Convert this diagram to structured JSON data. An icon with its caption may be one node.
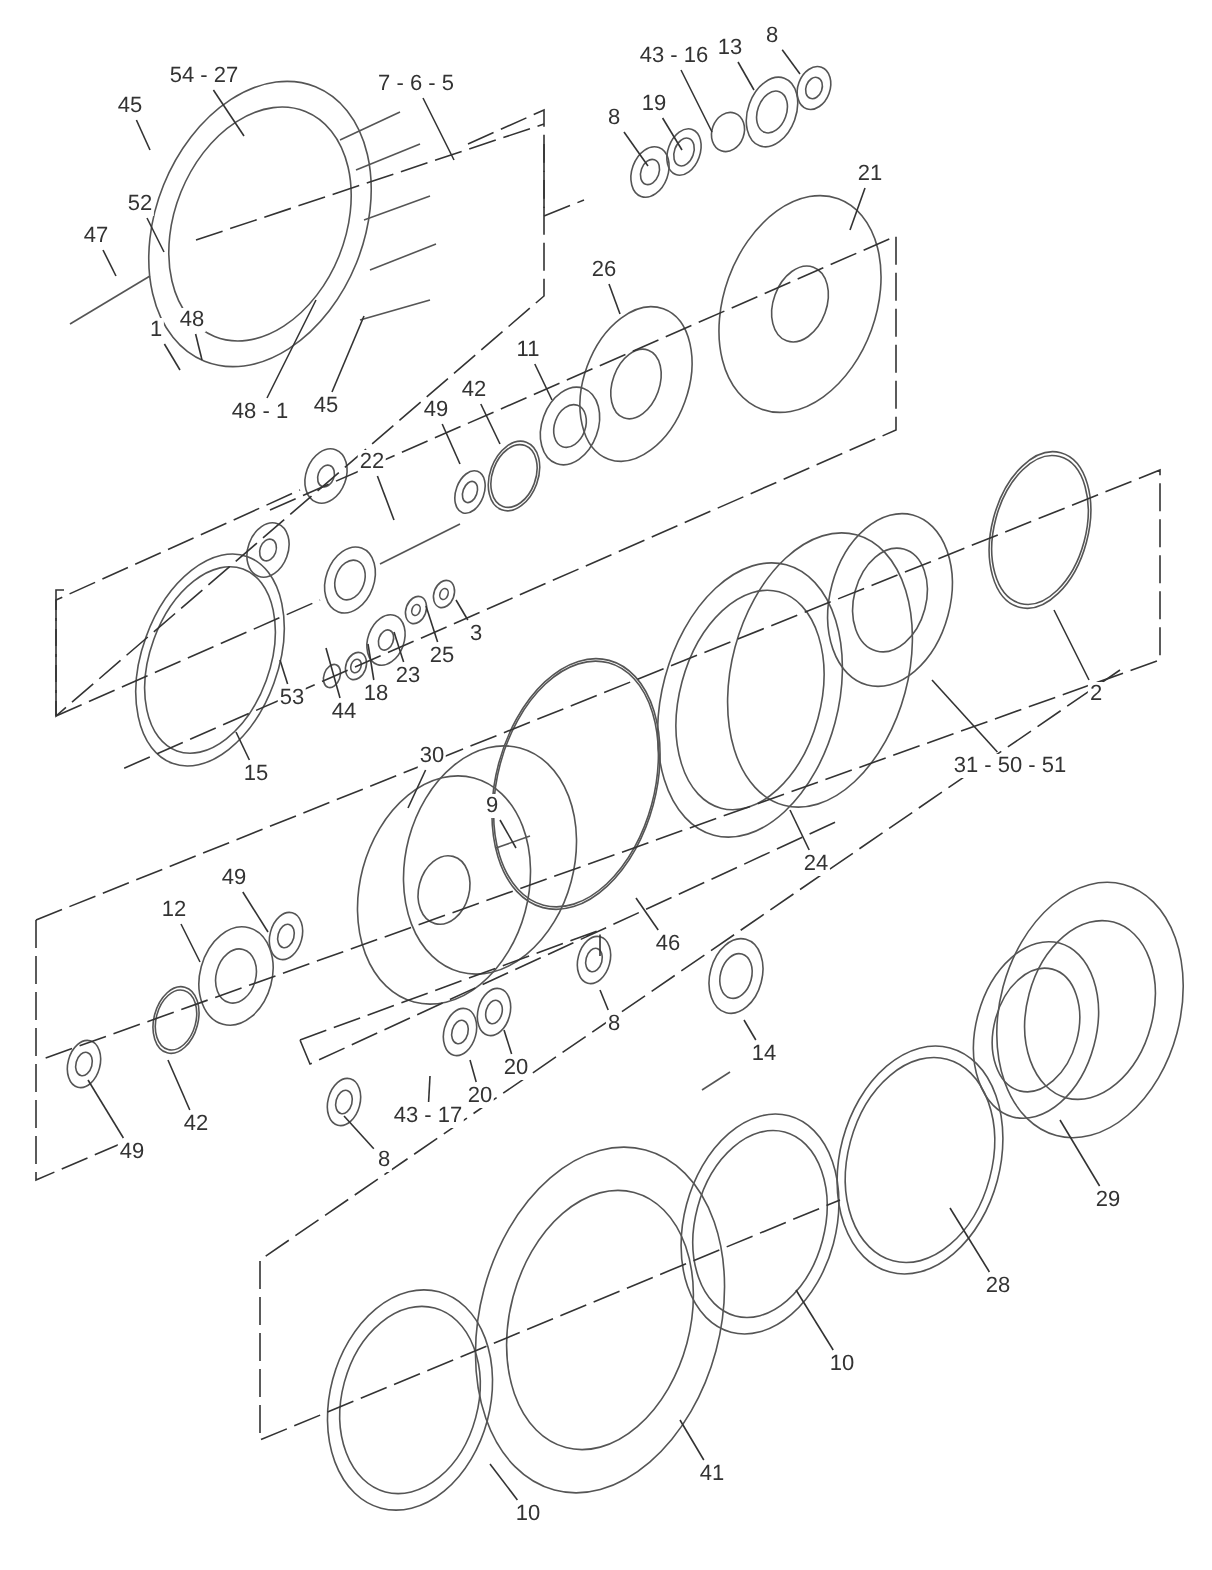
{
  "diagram": {
    "nodes": [
      {
        "text": [
          "54 - 27"
        ]
      },
      {
        "text": [
          "45"
        ]
      },
      {
        "text": [
          "7 - 6 - 5"
        ]
      },
      {
        "text": [
          "52"
        ]
      },
      {
        "text": [
          "47"
        ]
      },
      {
        "text": [
          "1"
        ]
      },
      {
        "text": [
          "48"
        ]
      },
      {
        "text": [
          "48 - 1"
        ]
      },
      {
        "text": [
          "45"
        ]
      },
      {
        "text": [
          "43 - 16"
        ]
      },
      {
        "text": [
          "13"
        ]
      },
      {
        "text": [
          "8"
        ]
      },
      {
        "text": [
          "19"
        ]
      },
      {
        "text": [
          "8"
        ]
      },
      {
        "text": [
          "21"
        ]
      },
      {
        "text": [
          "26"
        ]
      },
      {
        "text": [
          "11"
        ]
      },
      {
        "text": [
          "42"
        ]
      },
      {
        "text": [
          "49"
        ]
      },
      {
        "text": [
          "22"
        ]
      },
      {
        "text": [
          "3"
        ]
      },
      {
        "text": [
          "25"
        ]
      },
      {
        "text": [
          "23"
        ]
      },
      {
        "text": [
          "18"
        ]
      },
      {
        "text": [
          "44"
        ]
      },
      {
        "text": [
          "53"
        ]
      },
      {
        "text": [
          "15"
        ]
      },
      {
        "text": [
          "2"
        ]
      },
      {
        "text": [
          "31 - 50 - 51"
        ]
      },
      {
        "text": [
          "30"
        ]
      },
      {
        "text": [
          "9"
        ]
      },
      {
        "text": [
          "24"
        ]
      },
      {
        "text": [
          "46"
        ]
      },
      {
        "text": [
          "49"
        ]
      },
      {
        "text": [
          "12"
        ]
      },
      {
        "text": [
          "14"
        ]
      },
      {
        "text": [
          "8"
        ]
      },
      {
        "text": [
          "20"
        ]
      },
      {
        "text": [
          "20"
        ]
      },
      {
        "text": [
          "43 - 17"
        ]
      },
      {
        "text": [
          "8"
        ]
      },
      {
        "text": [
          "42"
        ]
      },
      {
        "text": [
          "49"
        ]
      },
      {
        "text": [
          "29"
        ]
      },
      {
        "text": [
          "28"
        ]
      },
      {
        "text": [
          "10"
        ]
      },
      {
        "text": [
          "41"
        ]
      },
      {
        "text": [
          "10"
        ]
      }
    ],
    "edges": [
      {
        "from": 0,
        "to": null,
        "arrow": "none"
      },
      {
        "from": 1,
        "to": null,
        "arrow": "none"
      },
      {
        "from": 2,
        "to": null,
        "arrow": "none"
      },
      {
        "from": 3,
        "to": null,
        "arrow": "none"
      },
      {
        "from": 4,
        "to": null,
        "arrow": "none"
      },
      {
        "from": 5,
        "to": null,
        "arrow": "none"
      },
      {
        "from": 6,
        "to": null,
        "arrow": "none"
      },
      {
        "from": 7,
        "to": null,
        "arrow": "none"
      },
      {
        "from": 8,
        "to": null,
        "arrow": "none"
      },
      {
        "from": 9,
        "to": null,
        "arrow": "none"
      },
      {
        "from": 10,
        "to": null,
        "arrow": "none"
      },
      {
        "from": 11,
        "to": null,
        "arrow": "none"
      },
      {
        "from": 12,
        "to": null,
        "arrow": "none"
      },
      {
        "from": 13,
        "to": null,
        "arrow": "none"
      },
      {
        "from": 14,
        "to": null,
        "arrow": "none"
      },
      {
        "from": 15,
        "to": null,
        "arrow": "none"
      },
      {
        "from": 16,
        "to": null,
        "arrow": "none"
      },
      {
        "from": 17,
        "to": null,
        "arrow": "none"
      },
      {
        "from": 18,
        "to": null,
        "arrow": "none"
      },
      {
        "from": 19,
        "to": null,
        "arrow": "none"
      },
      {
        "from": 20,
        "to": null,
        "arrow": "none"
      },
      {
        "from": 21,
        "to": null,
        "arrow": "none"
      },
      {
        "from": 22,
        "to": null,
        "arrow": "none"
      },
      {
        "from": 23,
        "to": null,
        "arrow": "none"
      },
      {
        "from": 24,
        "to": null,
        "arrow": "none"
      },
      {
        "from": 25,
        "to": null,
        "arrow": "none"
      },
      {
        "from": 26,
        "to": null,
        "arrow": "none"
      },
      {
        "from": 27,
        "to": null,
        "arrow": "none"
      },
      {
        "from": 28,
        "to": null,
        "arrow": "none"
      },
      {
        "from": 29,
        "to": null,
        "arrow": "none"
      },
      {
        "from": 30,
        "to": null,
        "arrow": "none"
      },
      {
        "from": 31,
        "to": null,
        "arrow": "none"
      },
      {
        "from": 32,
        "to": null,
        "arrow": "none"
      },
      {
        "from": 33,
        "to": null,
        "arrow": "none"
      },
      {
        "from": 34,
        "to": null,
        "arrow": "none"
      },
      {
        "from": 35,
        "to": null,
        "arrow": "none"
      },
      {
        "from": 36,
        "to": null,
        "arrow": "none"
      },
      {
        "from": 37,
        "to": null,
        "arrow": "none"
      },
      {
        "from": 38,
        "to": null,
        "arrow": "none"
      },
      {
        "from": 39,
        "to": null,
        "arrow": "none"
      },
      {
        "from": 40,
        "to": null,
        "arrow": "none"
      },
      {
        "from": 41,
        "to": null,
        "arrow": "none"
      },
      {
        "from": 42,
        "to": null,
        "arrow": "none"
      },
      {
        "from": 43,
        "to": null,
        "arrow": "none"
      },
      {
        "from": 44,
        "to": null,
        "arrow": "none"
      },
      {
        "from": 45,
        "to": null,
        "arrow": "none"
      },
      {
        "from": 46,
        "to": null,
        "arrow": "none"
      },
      {
        "from": 47,
        "to": null,
        "arrow": "none"
      }
    ]
  }
}
